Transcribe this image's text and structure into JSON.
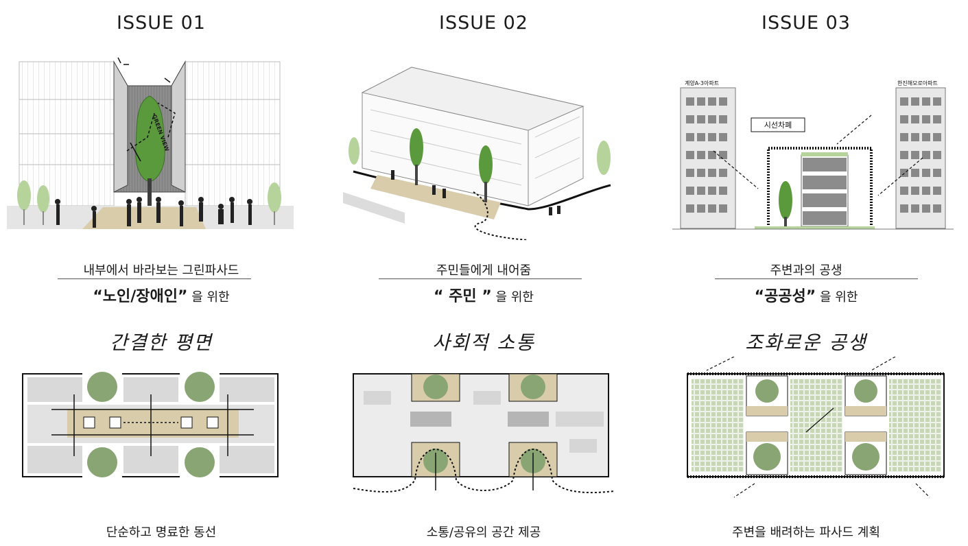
{
  "issues": [
    {
      "heading": "ISSUE 01",
      "subtitle": "내부에서 바라보는 그린파사드",
      "target_open": "“",
      "target_main": "노인/장애인",
      "target_close": "”",
      "target_suffix": "을 위한",
      "diagram_label": "GREEN VIEW",
      "concept": "간결한 평면",
      "caption": "단순하고 명료한 동선"
    },
    {
      "heading": "ISSUE 02",
      "subtitle": "주민들에게 내어줌",
      "target_open": "“",
      "target_main": " 주민 ",
      "target_close": "”",
      "target_suffix": "을 위한",
      "concept": "사회적 소통",
      "caption": "소통/공유의 공간 제공"
    },
    {
      "heading": "ISSUE 03",
      "subtitle": "주변과의 공생",
      "target_open": "“",
      "target_main": "공공성",
      "target_close": "”",
      "target_suffix": "을 위한",
      "left_building": "계양A-3아파트",
      "right_building": "한진해모로아파트",
      "callout": "시선차폐",
      "concept": "조화로운 공생",
      "caption": "주변을 배려하는 파사드 계획"
    }
  ],
  "colors": {
    "green": "#5a9a3c",
    "light_green": "#b6d39c",
    "sand": "#d8ccaa",
    "grey": "#d9d9d9",
    "dark": "#222222"
  }
}
